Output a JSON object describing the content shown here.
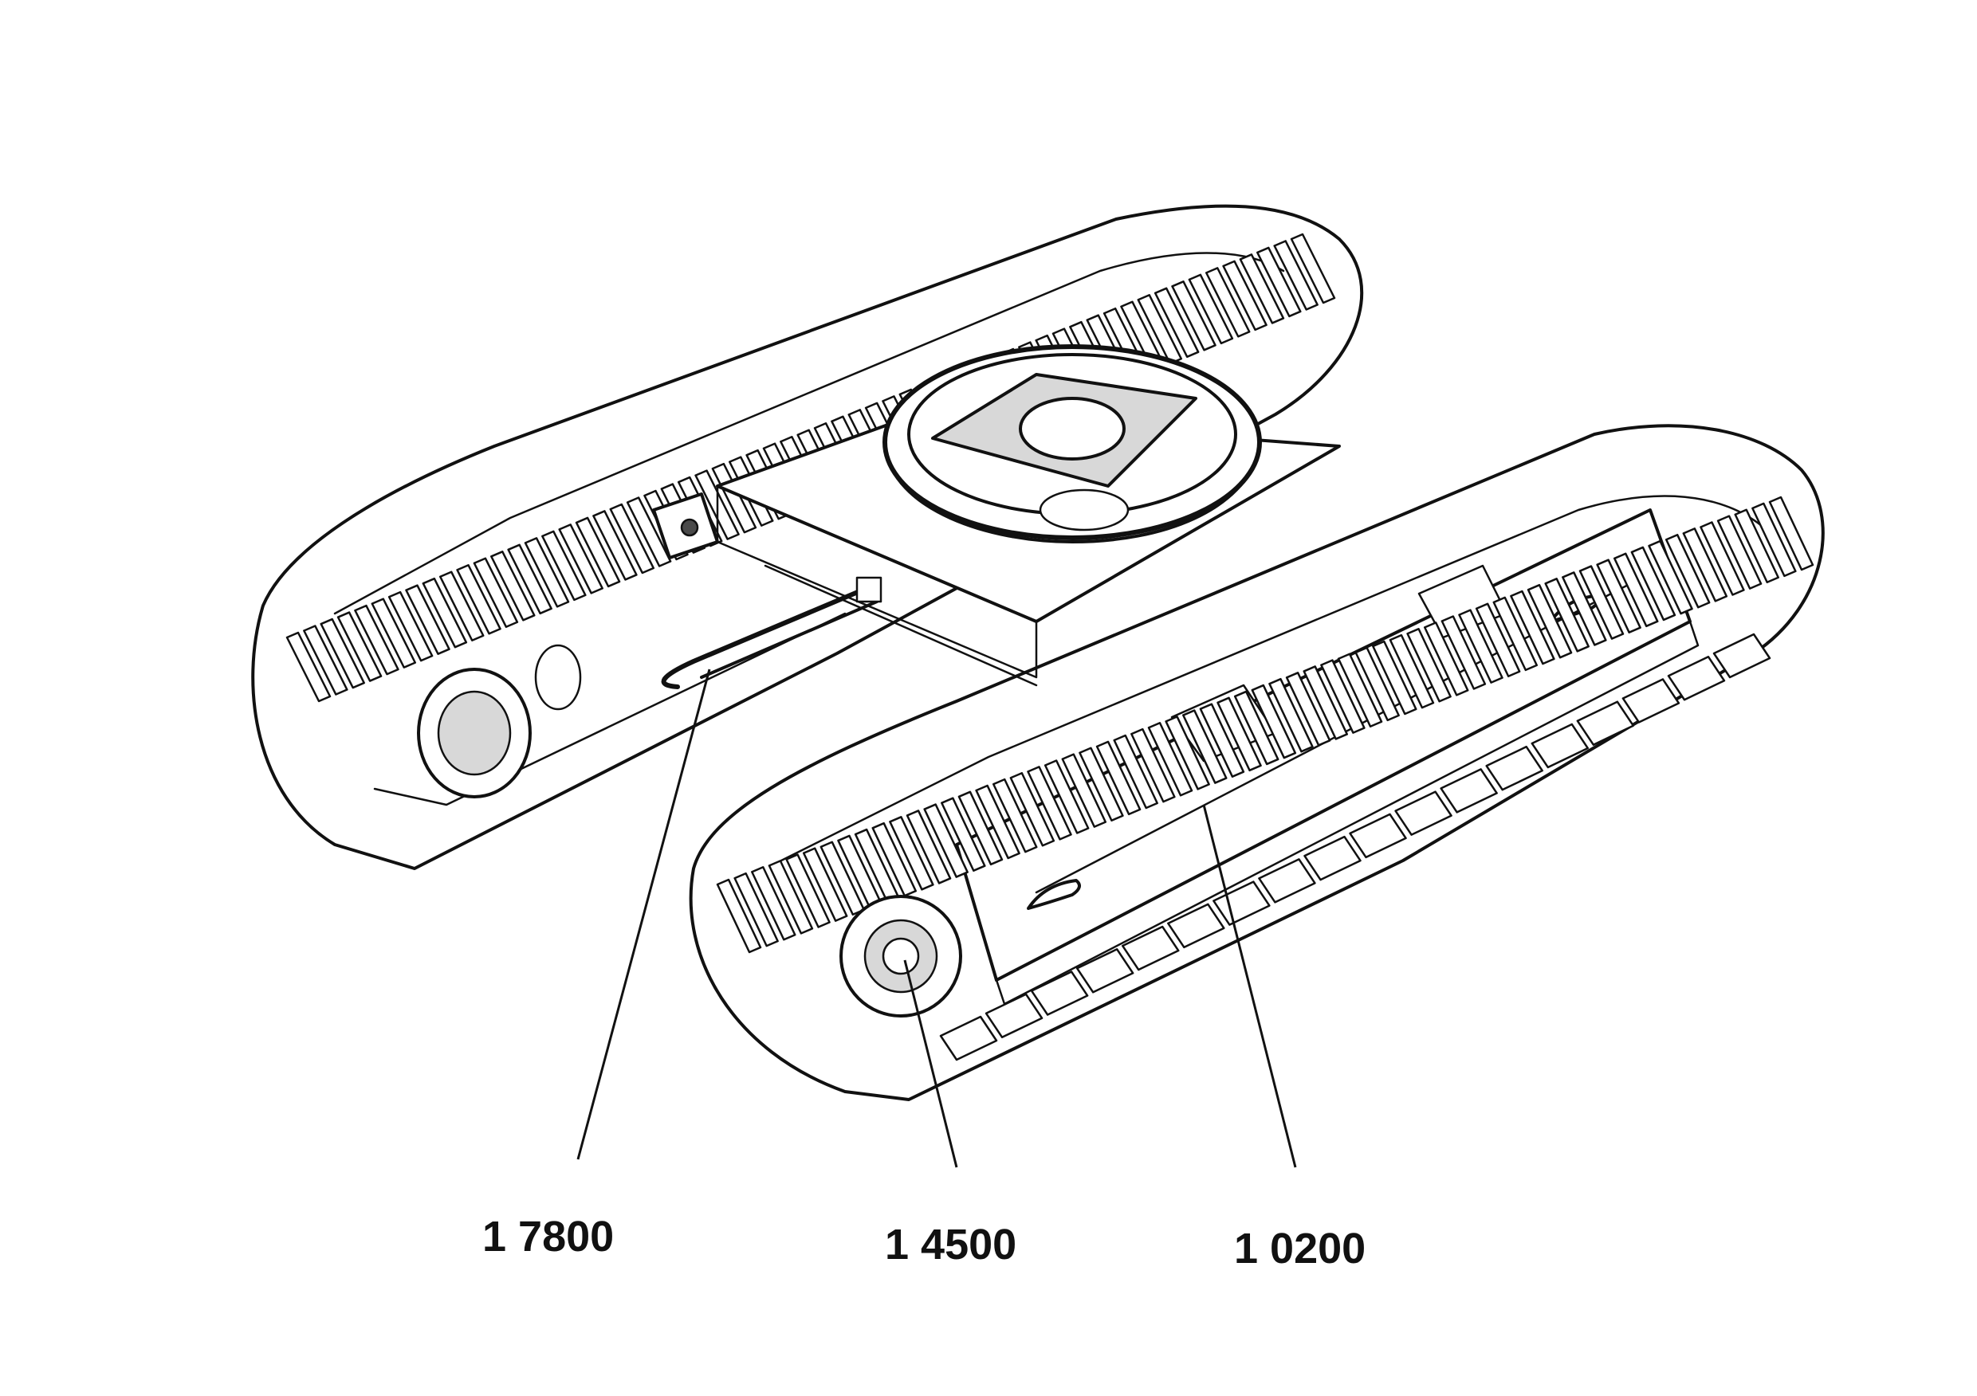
{
  "callouts": [
    {
      "id": "travel-motor-hose",
      "label": "1 7800"
    },
    {
      "id": "drive-sprocket",
      "label": "1 4500"
    },
    {
      "id": "track-frame",
      "label": "1 0200"
    }
  ],
  "colors": {
    "ink": "#111111",
    "background": "#ffffff",
    "shade": "#d8d8d8"
  }
}
